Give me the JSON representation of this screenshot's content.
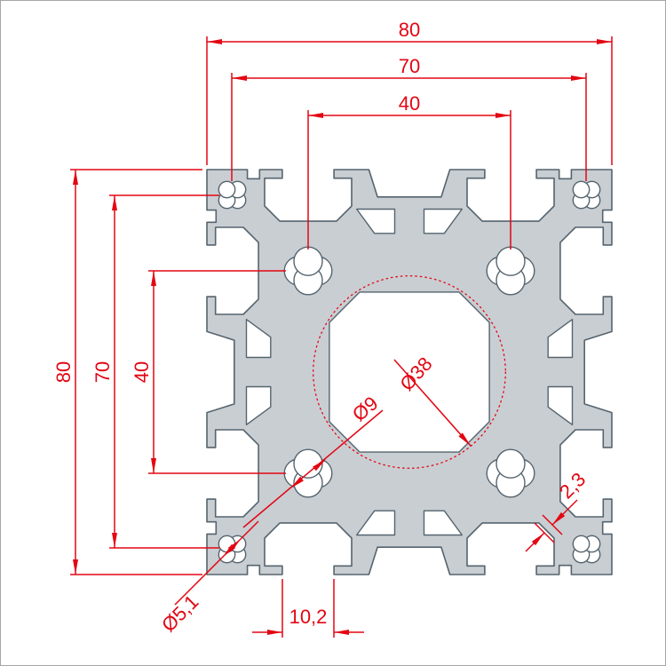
{
  "drawing": {
    "dimensions": {
      "top_80": "80",
      "top_70": "70",
      "top_40": "40",
      "left_80": "80",
      "left_70": "70",
      "left_40": "40",
      "bore_diameter": "Ø38",
      "inner_hole_diameter": "Ø9",
      "corner_hole_diameter": "Ø5,1",
      "slot_opening_width": "10,2",
      "wall_thickness": "2,3"
    },
    "colors": {
      "profile_fill": "#c9ced3",
      "profile_stroke": "#55646e",
      "dimension": "#e30613",
      "background": "#ffffff",
      "frame": "#a6a6a6"
    }
  }
}
